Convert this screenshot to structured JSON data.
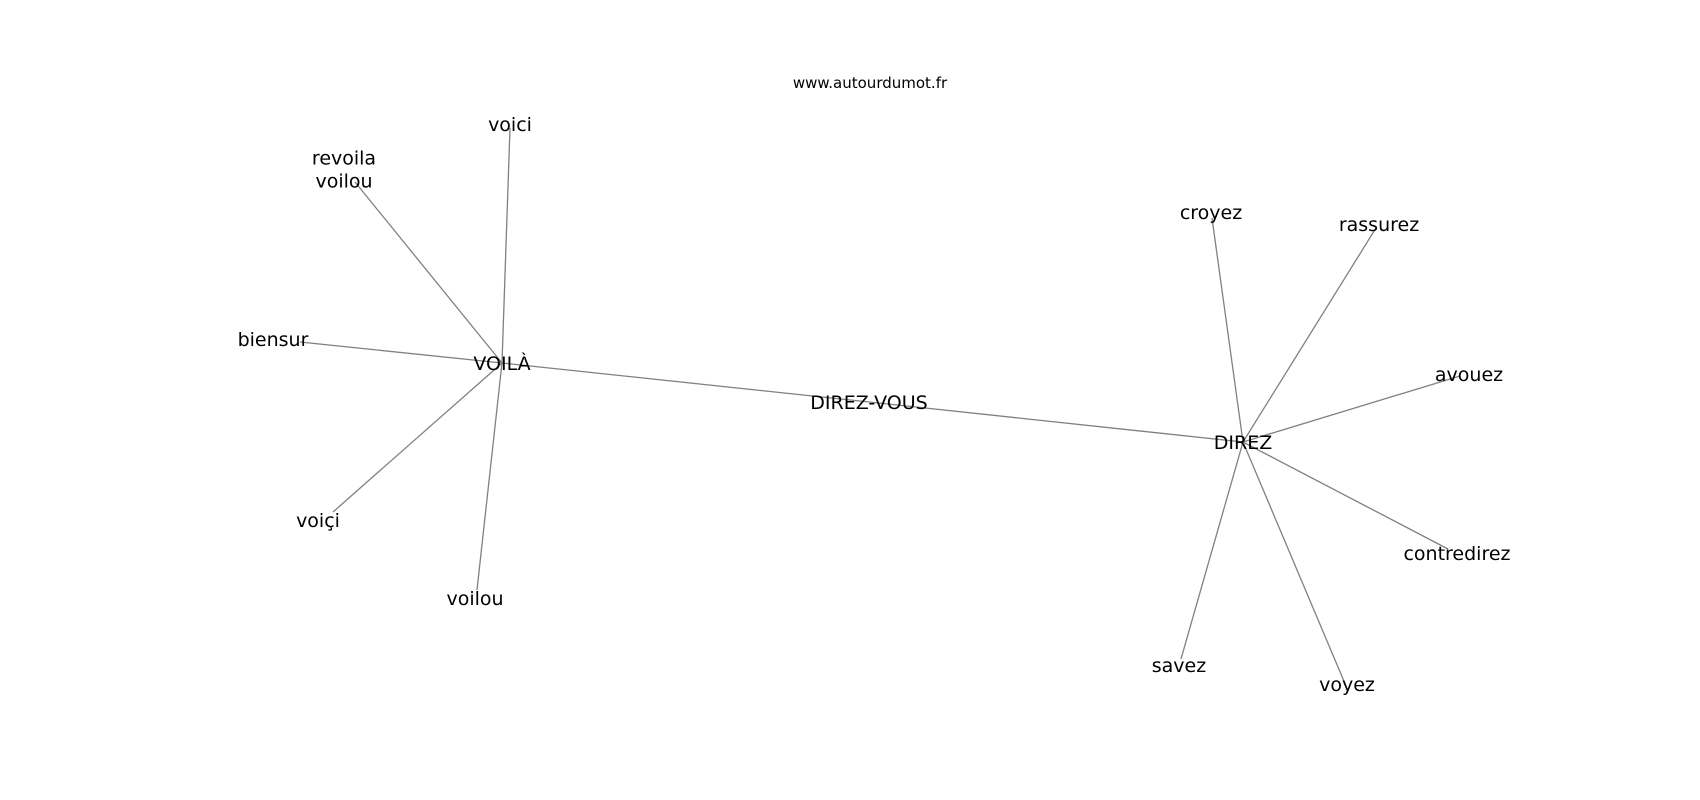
{
  "source": "www.autourdumot.fr",
  "graph": {
    "nodes": [
      {
        "id": "direz-vous",
        "label": "DIREZ-VOUS"
      },
      {
        "id": "voila",
        "label": "VOILÀ"
      },
      {
        "id": "direz",
        "label": "DIREZ"
      },
      {
        "id": "voici",
        "label": "voici"
      },
      {
        "id": "revoila-voilou",
        "label": "revoila\nvoilou"
      },
      {
        "id": "biensur",
        "label": "biensur"
      },
      {
        "id": "voiçi",
        "label": "voiçi"
      },
      {
        "id": "voilou",
        "label": "voilou"
      },
      {
        "id": "croyez",
        "label": "croyez"
      },
      {
        "id": "rassurez",
        "label": "rassurez"
      },
      {
        "id": "avouez",
        "label": "avouez"
      },
      {
        "id": "contredirez",
        "label": "contredirez"
      },
      {
        "id": "savez",
        "label": "savez"
      },
      {
        "id": "voyez",
        "label": "voyez"
      }
    ],
    "edges": [
      [
        "voila",
        "direz-vous"
      ],
      [
        "direz-vous",
        "direz"
      ],
      [
        "voila",
        "voici"
      ],
      [
        "voila",
        "revoila-voilou"
      ],
      [
        "voila",
        "biensur"
      ],
      [
        "voila",
        "voiçi"
      ],
      [
        "voila",
        "voilou"
      ],
      [
        "direz",
        "croyez"
      ],
      [
        "direz",
        "rassurez"
      ],
      [
        "direz",
        "avouez"
      ],
      [
        "direz",
        "contredirez"
      ],
      [
        "direz",
        "savez"
      ],
      [
        "direz",
        "voyez"
      ]
    ]
  }
}
